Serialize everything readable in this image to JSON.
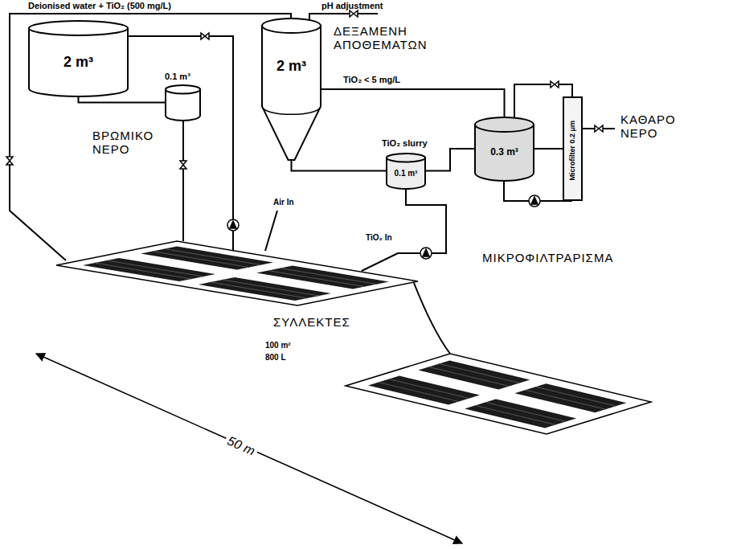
{
  "diagram": {
    "nodes": [
      {
        "text": [
          "2 m³",
          "ΒΡΩΜΙΚΟ ΝΕΡΟ"
        ]
      },
      {
        "text": [
          "0.1 m³"
        ]
      },
      {
        "text": [
          "2 m³",
          "ΔΕΞΑΜΕΝΗ ΑΠΟΘΕΜΑΤΩΝ"
        ]
      },
      {
        "text": [
          "TiO₂ slurry",
          "0.1 m³"
        ]
      },
      {
        "text": [
          "0.3 m³"
        ]
      },
      {
        "text": [
          "Microfilter 0.2 μm"
        ]
      }
    ],
    "edges": [
      {
        "from": 0,
        "to": 1,
        "arrow": "none"
      },
      {
        "from": 2,
        "to": 4,
        "label": "TiO₂ < 5 mg/L",
        "arrow": "none"
      },
      {
        "from": 2,
        "to": 3,
        "arrow": "none"
      },
      {
        "from": 3,
        "to": 4,
        "arrow": "none"
      },
      {
        "from": 4,
        "to": 5,
        "arrow": "none"
      }
    ],
    "labels": [
      "Deionised water + TiO₂ (500 mg/L)",
      "pH adjustment",
      "ΚΑΘΑΡΟ ΝΕΡΟ",
      "ΜΙΚΡΟΦΙΛΤΡΑΡΙΣΜΑ",
      "Air In",
      "TiO₂ In",
      "ΣΥΛΛΕΚΤΕΣ",
      "100 m²",
      "800 L",
      "50 m"
    ]
  }
}
